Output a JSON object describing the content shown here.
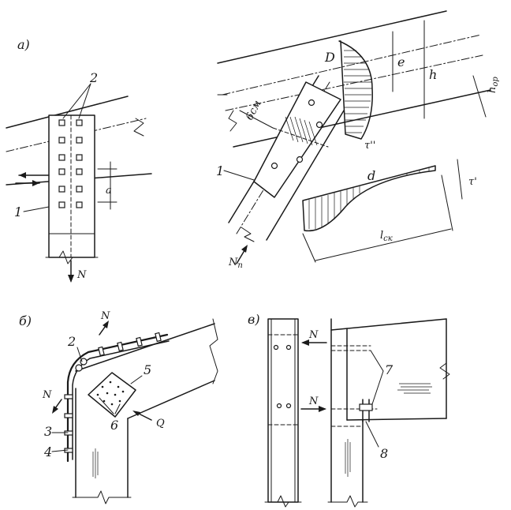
{
  "figure": {
    "panel_a": {
      "label": "а)",
      "callout_2": "2",
      "callout_1": "1",
      "dim_a": "a",
      "force_N": "N"
    },
    "panel_a_detail": {
      "point_D": "D",
      "dim_6cm": "6см",
      "dim_e": "e",
      "dim_h": "h",
      "dim_hop": "h",
      "dim_hop_sub": "op",
      "tau_top": "τ''",
      "tau_right": "τ'",
      "point_d": "d",
      "dim_lck": "l",
      "dim_lck_sub": "ск",
      "callout_1": "1",
      "force_Nn": "N",
      "force_Nn_sub": "п"
    },
    "panel_b": {
      "label": "б)",
      "force_N_top": "N",
      "force_N_left": "N",
      "force_Q": "Q",
      "callout_2": "2",
      "callout_3": "3",
      "callout_4": "4",
      "callout_5": "5",
      "callout_6": "6"
    },
    "panel_v": {
      "label": "в)",
      "force_N_top": "N",
      "force_N_bottom": "N",
      "callout_7": "7",
      "callout_8": "8"
    }
  }
}
